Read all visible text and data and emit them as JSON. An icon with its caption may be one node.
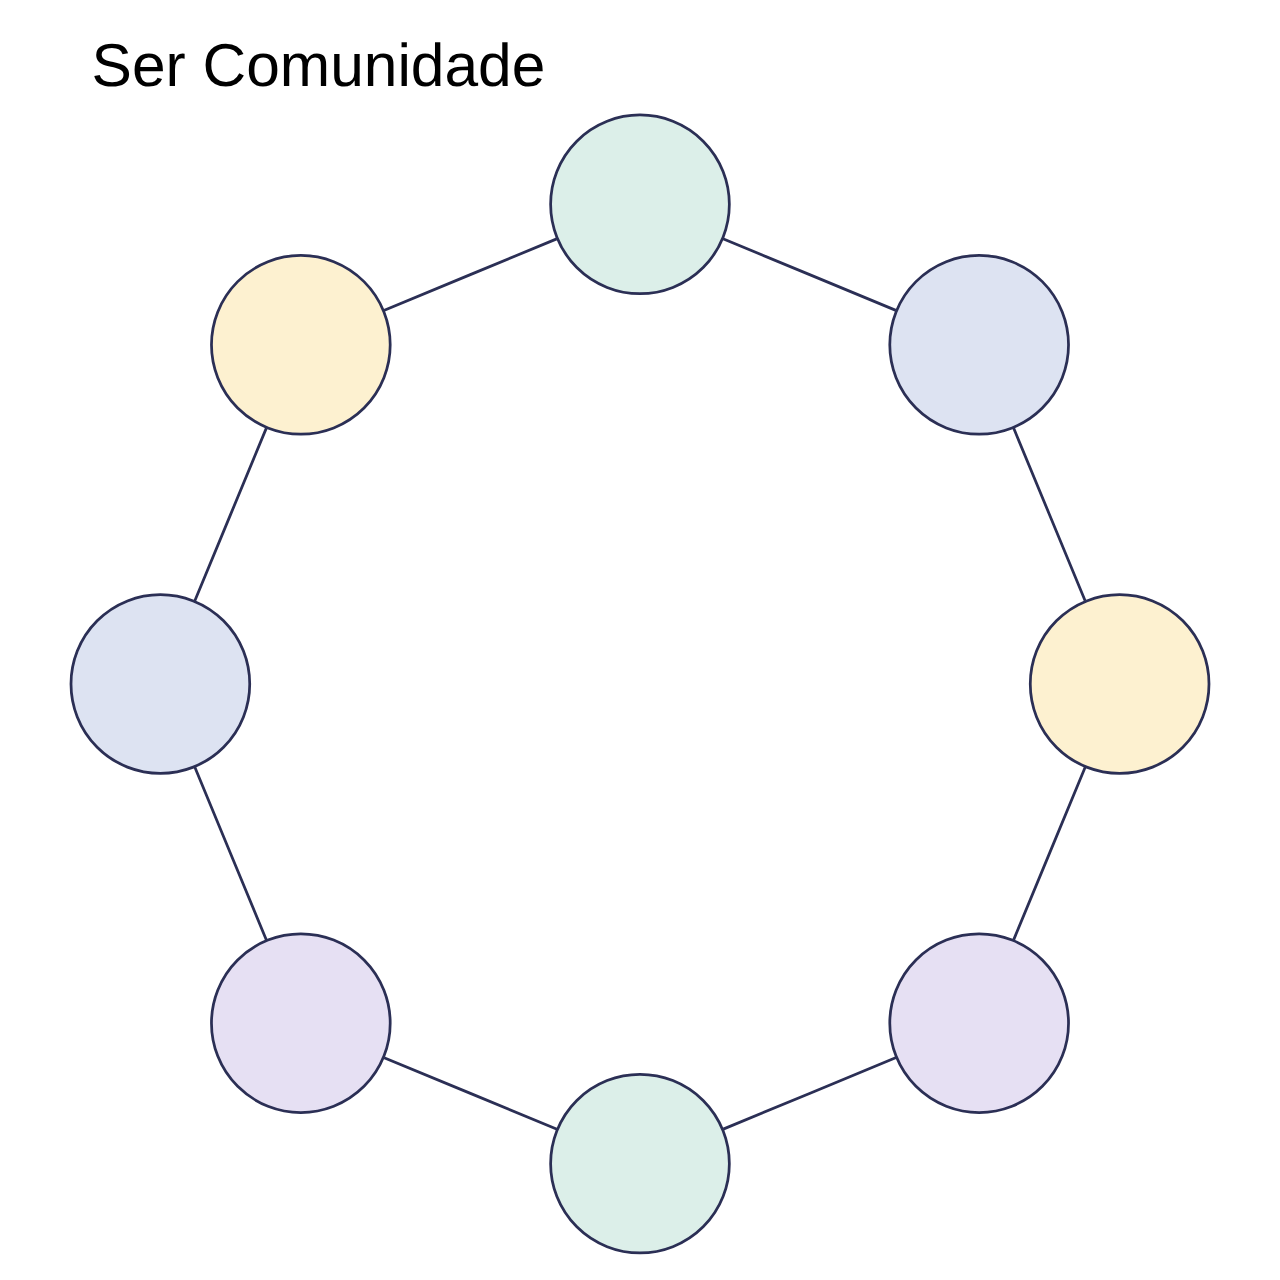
{
  "diagram": {
    "title": "Ser Comunidade",
    "nodes": [
      {
        "text": [],
        "shape": "person"
      },
      {
        "text": [],
        "shape": "person"
      },
      {
        "text": [],
        "shape": "person"
      },
      {
        "text": [],
        "shape": "person"
      },
      {
        "text": [],
        "shape": "person"
      },
      {
        "text": [],
        "shape": "person"
      },
      {
        "text": [],
        "shape": "person"
      },
      {
        "text": [],
        "shape": "person"
      }
    ],
    "edges": [
      {
        "from": 0,
        "to": 2,
        "arrow": "none"
      },
      {
        "from": 2,
        "to": 4,
        "arrow": "none"
      },
      {
        "from": 4,
        "to": 6,
        "arrow": "none"
      },
      {
        "from": 6,
        "to": 7,
        "arrow": "none"
      },
      {
        "from": 7,
        "to": 5,
        "arrow": "none"
      },
      {
        "from": 5,
        "to": 3,
        "arrow": "none"
      },
      {
        "from": 3,
        "to": 1,
        "arrow": "none"
      },
      {
        "from": 1,
        "to": 0,
        "arrow": "none"
      }
    ]
  }
}
